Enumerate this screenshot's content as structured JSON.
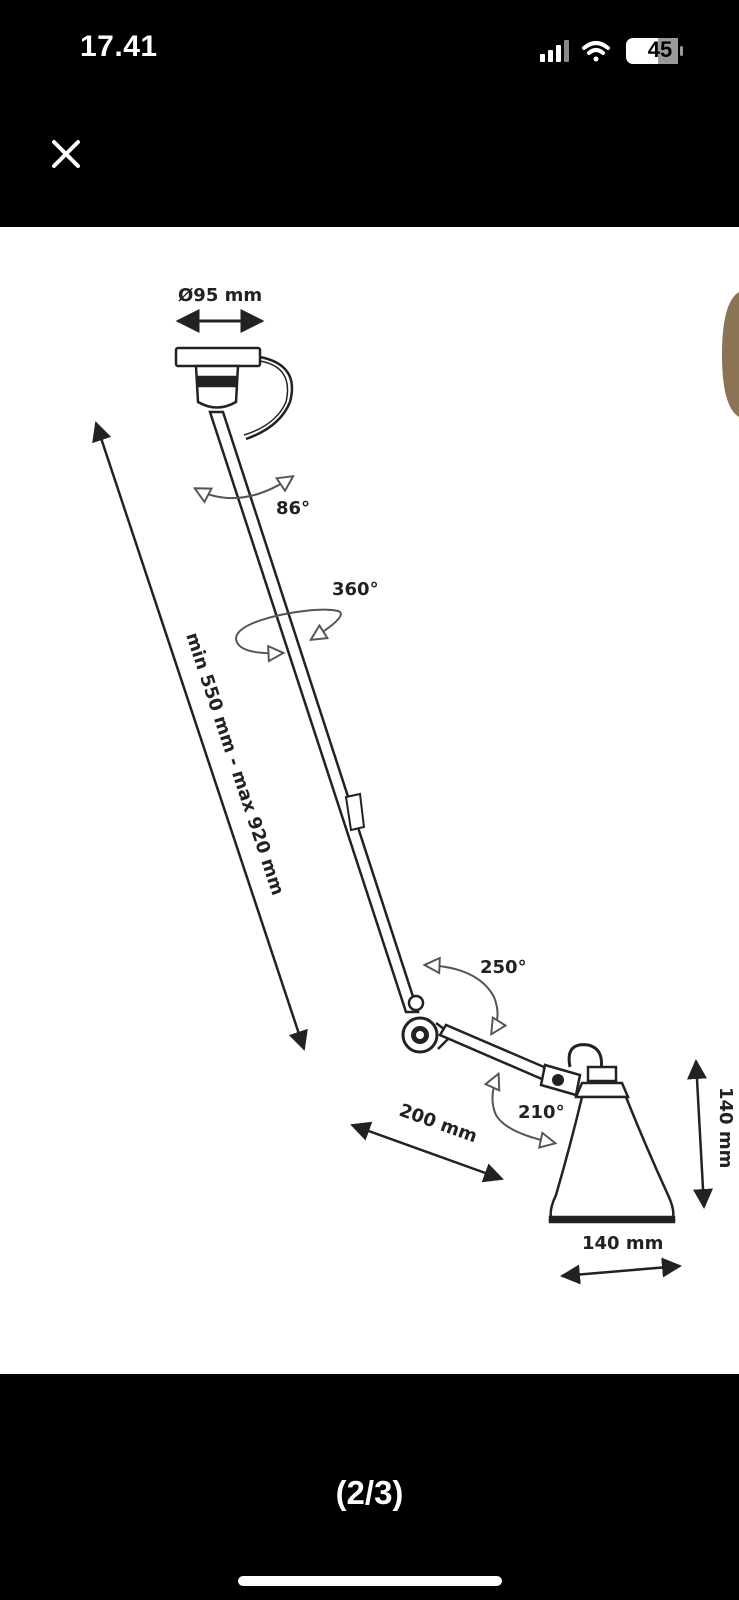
{
  "status_bar": {
    "time": "17.41",
    "battery_level": "45",
    "icons": [
      "cellular-signal-icon",
      "wifi-icon",
      "battery-icon"
    ]
  },
  "toolbar": {
    "close_icon": "close-icon"
  },
  "diagram": {
    "base_diameter": "Ø95 mm",
    "base_rotation": "86°",
    "arm_rotation": "360°",
    "arm_length": "min 550 mm - max 920 mm",
    "elbow_rotation": "250°",
    "shade_joint_rotation": "210°",
    "lower_arm_length": "200 mm",
    "shade_height": "140 mm",
    "shade_width": "140 mm"
  },
  "pager": {
    "label": "(2/3)"
  },
  "colors": {
    "background": "#000000",
    "image_background": "#ffffff",
    "line": "#222222",
    "arrow_outline": "#555555",
    "next_image_peek": "#8a7454"
  }
}
